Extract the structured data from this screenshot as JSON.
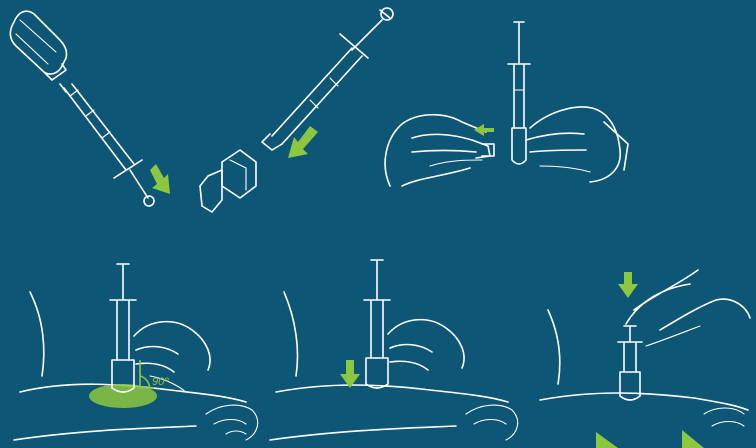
{
  "diagram": {
    "background_color": "#0e5676",
    "accent_color": "#8dc63f",
    "line_color": "#ffffff",
    "panels": [
      {
        "id": "withdraw-from-vial"
      },
      {
        "id": "remove-needle-attach-adapter"
      },
      {
        "id": "remove-cap"
      },
      {
        "id": "position-at-90-degrees",
        "angle_label": "90º"
      },
      {
        "id": "press-against-skin"
      },
      {
        "id": "push-plunger"
      }
    ]
  }
}
